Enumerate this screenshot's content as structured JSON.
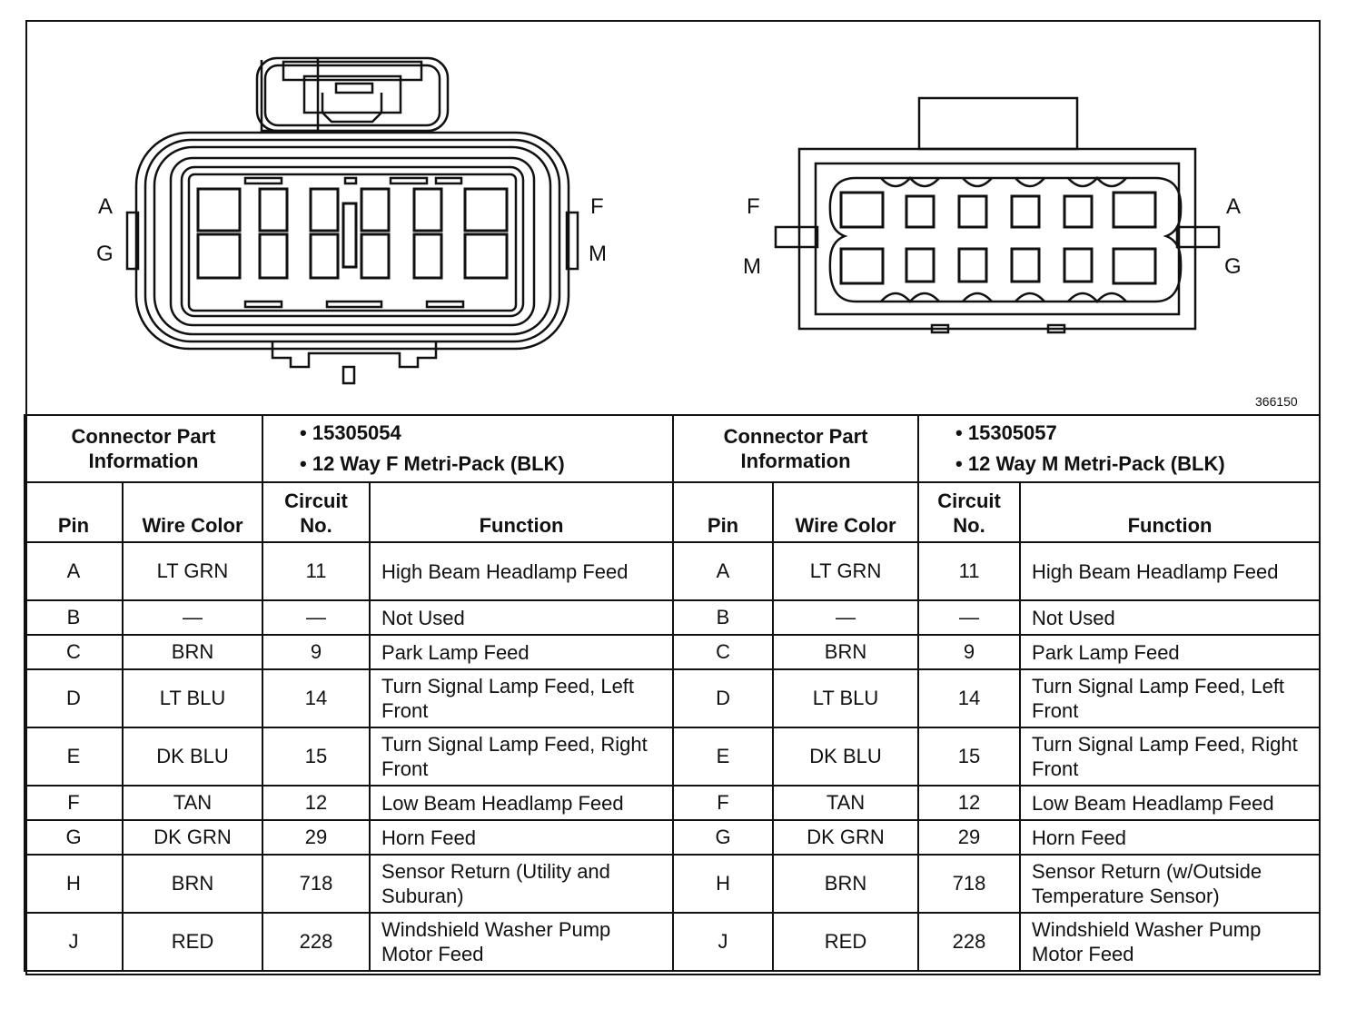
{
  "figure_id": "366150",
  "left_connector": {
    "pin_labels": {
      "top_left": "A",
      "bottom_left": "G",
      "top_right": "F",
      "bottom_right": "M"
    }
  },
  "right_connector": {
    "pin_labels": {
      "top_left": "F",
      "bottom_left": "M",
      "top_right": "A",
      "bottom_right": "G"
    }
  },
  "table": {
    "left": {
      "info_label": "Connector Part Information",
      "part_number": "15305054",
      "description": "12 Way F Metri-Pack (BLK)"
    },
    "right": {
      "info_label": "Connector Part Information",
      "part_number": "15305057",
      "description": "12 Way M Metri-Pack (BLK)"
    },
    "headers": {
      "pin": "Pin",
      "wire_color": "Wire Color",
      "circuit": "Circuit No.",
      "function": "Function"
    },
    "rows": [
      {
        "pin": "A",
        "wire": "LT GRN",
        "circuit": "11",
        "fn_left": "High Beam Headlamp Feed",
        "fn_right": "High Beam Headlamp Feed"
      },
      {
        "pin": "B",
        "wire": "—",
        "circuit": "—",
        "fn_left": "Not Used",
        "fn_right": "Not Used"
      },
      {
        "pin": "C",
        "wire": "BRN",
        "circuit": "9",
        "fn_left": "Park Lamp Feed",
        "fn_right": "Park Lamp Feed"
      },
      {
        "pin": "D",
        "wire": "LT BLU",
        "circuit": "14",
        "fn_left": "Turn Signal Lamp Feed, Left Front",
        "fn_right": "Turn Signal Lamp Feed, Left Front"
      },
      {
        "pin": "E",
        "wire": "DK BLU",
        "circuit": "15",
        "fn_left": "Turn Signal Lamp Feed, Right Front",
        "fn_right": "Turn Signal Lamp Feed, Right Front"
      },
      {
        "pin": "F",
        "wire": "TAN",
        "circuit": "12",
        "fn_left": "Low Beam Headlamp Feed",
        "fn_right": "Low Beam Headlamp Feed"
      },
      {
        "pin": "G",
        "wire": "DK GRN",
        "circuit": "29",
        "fn_left": "Horn Feed",
        "fn_right": "Horn Feed"
      },
      {
        "pin": "H",
        "wire": "BRN",
        "circuit": "718",
        "fn_left": "Sensor Return (Utility and Suburan)",
        "fn_right": "Sensor Return (w/Outside Temperature Sensor)"
      },
      {
        "pin": "J",
        "wire": "RED",
        "circuit": "228",
        "fn_left": "Windshield Washer Pump Motor Feed",
        "fn_right": "Windshield Washer Pump Motor Feed"
      }
    ]
  }
}
